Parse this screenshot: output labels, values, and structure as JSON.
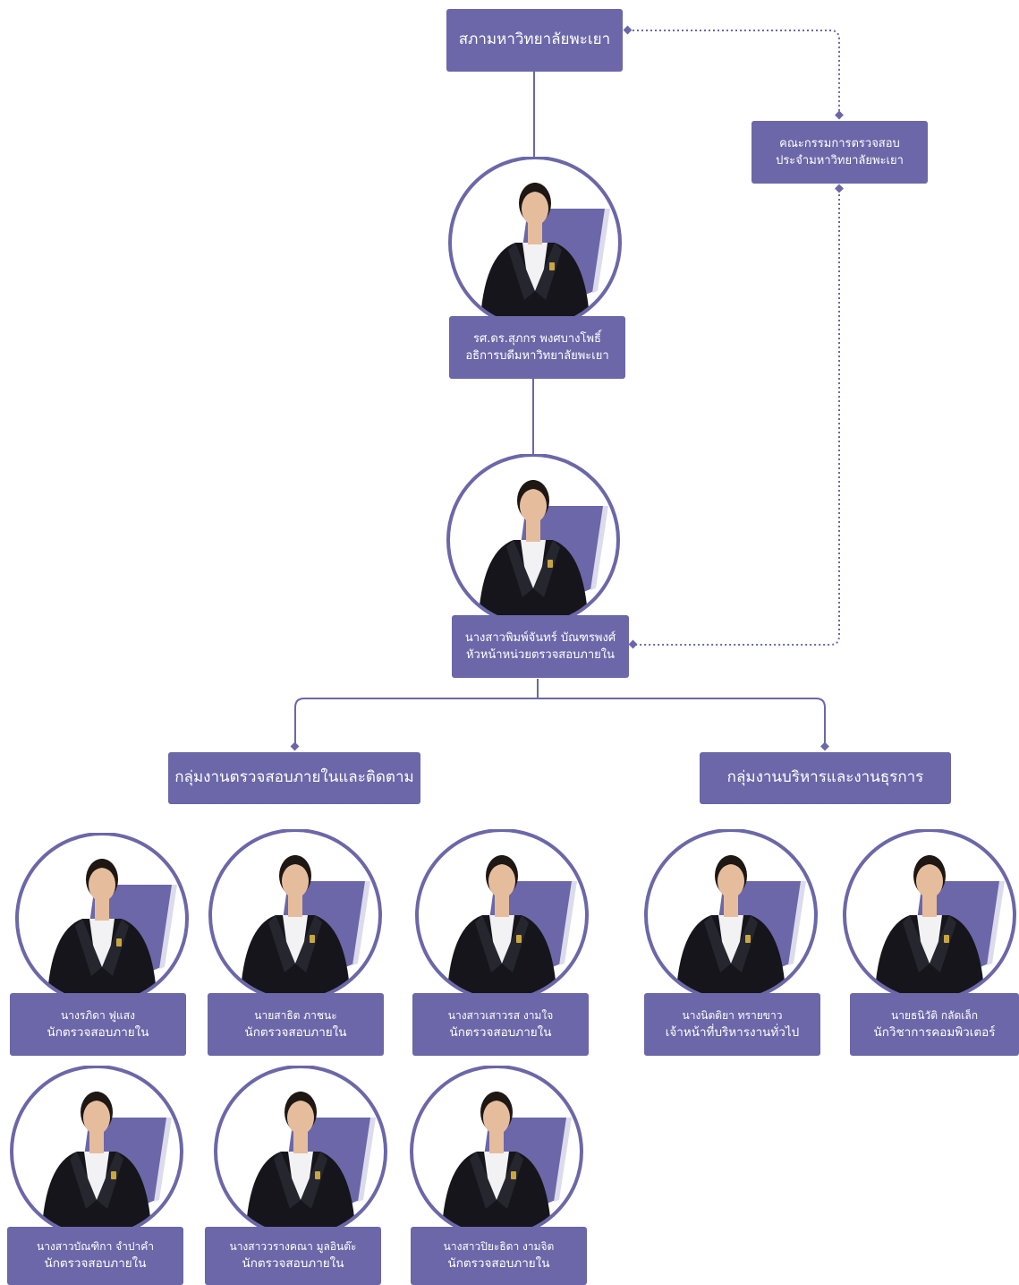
{
  "colors": {
    "accent": "#6b67a8",
    "suit": "#15151b",
    "shirt": "#f2f2f5",
    "skin": "#e6bd9c",
    "hair": "#1e1714"
  },
  "icons": {
    "portrait": "person-in-black-suit-portrait"
  },
  "org": {
    "university": "สภามหาวิทยาลัยพะเยา",
    "audit_committee": {
      "line1": "คณะกรรมการตรวจสอบ",
      "line2": "ประจำมหาวิทยาลัยพะเยา"
    },
    "president": {
      "name": "รศ.ดร.สุภกร พงศบางโพธิ์",
      "title": "อธิการบดีมหาวิทยาลัยพะเยา"
    },
    "head": {
      "name": "นางสาวพิมพ์จันทร์ บัณฑรพงศ์",
      "title": "หัวหน้าหน่วยตรวจสอบภายใน"
    },
    "groups": [
      {
        "label": "กลุ่มงานตรวจสอบภายในและติดตาม"
      },
      {
        "label": "กลุ่มงานบริหารและงานธุรการ"
      }
    ],
    "staff": [
      {
        "name": "นางรภิดา ฟูแสง",
        "title": "นักตรวจสอบภายใน"
      },
      {
        "name": "นายสาธิต ภาชนะ",
        "title": "นักตรวจสอบภายใน"
      },
      {
        "name": "นางสาวเสาวรส งามใจ",
        "title": "นักตรวจสอบภายใน"
      },
      {
        "name": "นางนิตติยา ทรายขาว",
        "title": "เจ้าหน้าที่บริหารงานทั่วไป"
      },
      {
        "name": "นายธนิวัติ กลัดเล็ก",
        "title": "นักวิชาการคอมพิวเตอร์"
      },
      {
        "name": "นางสาวบัณฑิกา จำปาคำ",
        "title": "นักตรวจสอบภายใน"
      },
      {
        "name": "นางสาววรางคณา มูลอินต๊ะ",
        "title": "นักตรวจสอบภายใน"
      },
      {
        "name": "นางสาวปิยะธิดา งามจิต",
        "title": "นักตรวจสอบภายใน"
      }
    ]
  }
}
